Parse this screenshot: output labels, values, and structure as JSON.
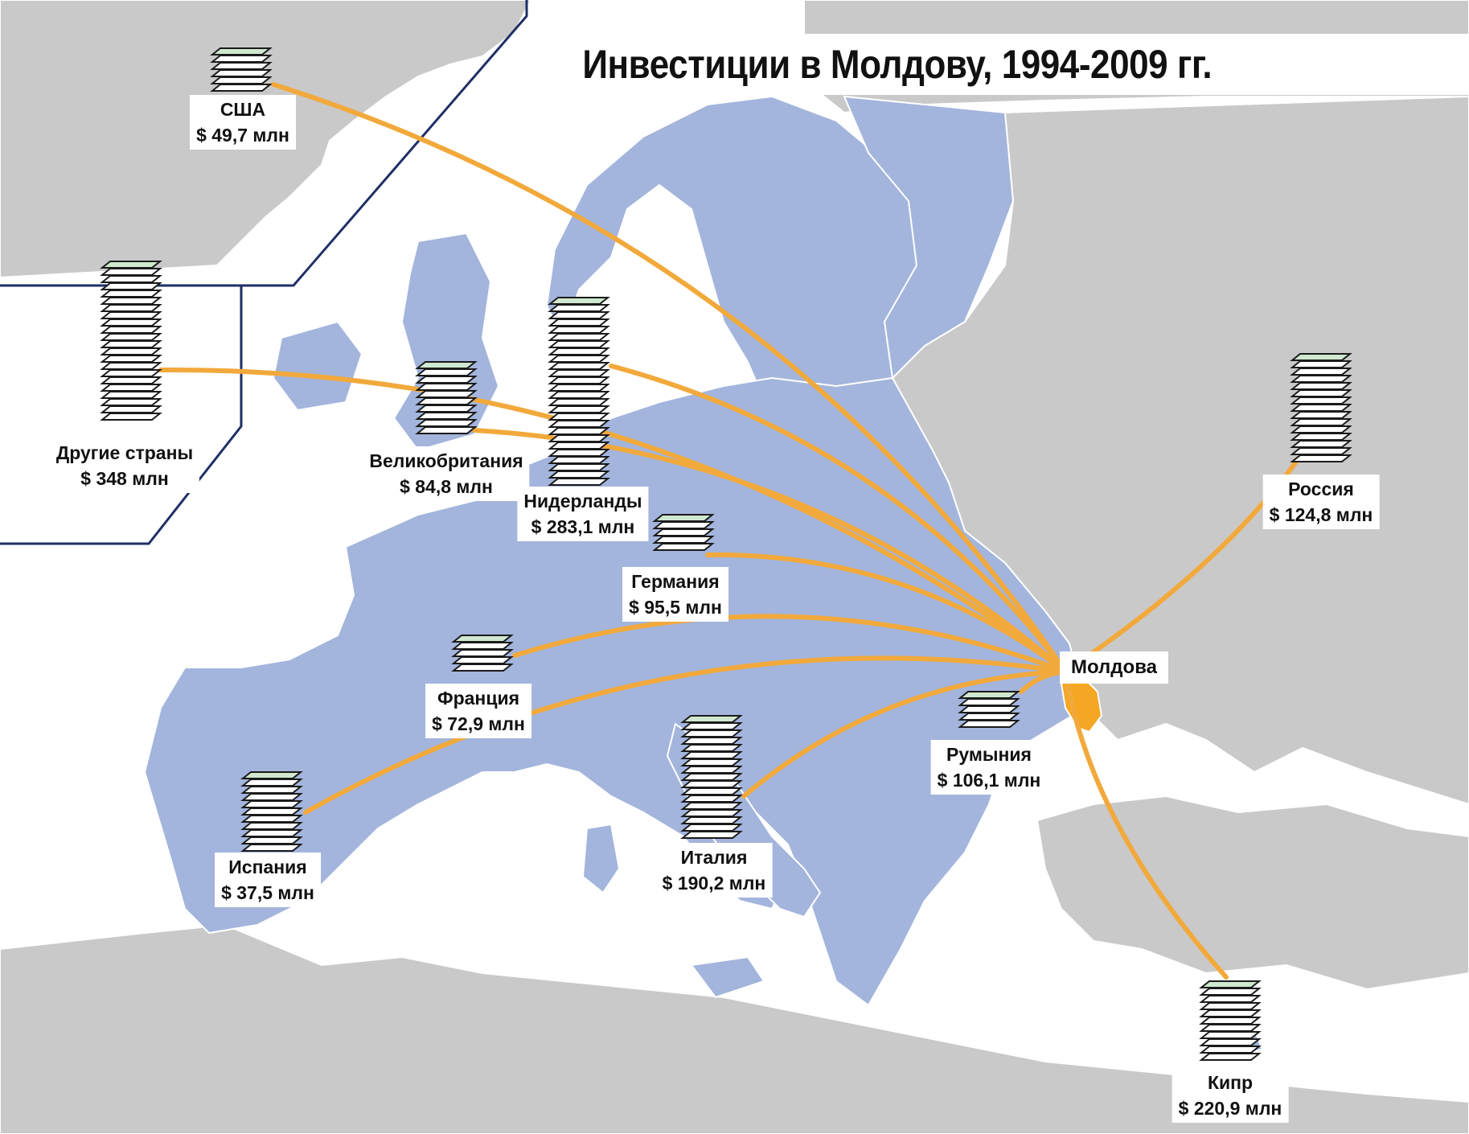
{
  "title": "Инвестиции в Молдову, 1994-2009 гг.",
  "destination": "Молдова",
  "colors": {
    "sea": "#ffffff",
    "land_other": "#c9c9c9",
    "land_highlight": "#a3b5dc",
    "moldova": "#f5a623",
    "flow_line": "#f2a93b",
    "banknote": "#cfe8cf",
    "inset_border": "#1f2f66"
  },
  "sources": [
    {
      "id": "usa",
      "country": "США",
      "amount": "$ 49,7 млн",
      "value_musd": 49.7,
      "icon": "money-stack-icon"
    },
    {
      "id": "other",
      "country": "Другие страны",
      "amount": "$ 348 млн",
      "value_musd": 348,
      "icon": "money-stack-icon"
    },
    {
      "id": "uk",
      "country": "Великобритания",
      "amount": "$ 84,8 млн",
      "value_musd": 84.8,
      "icon": "money-stack-icon"
    },
    {
      "id": "nl",
      "country": "Нидерланды",
      "amount": "$ 283,1 млн",
      "value_musd": 283.1,
      "icon": "money-stack-icon"
    },
    {
      "id": "de",
      "country": "Германия",
      "amount": "$ 95,5 млн",
      "value_musd": 95.5,
      "icon": "money-stack-icon"
    },
    {
      "id": "fr",
      "country": "Франция",
      "amount": "$ 72,9 млн",
      "value_musd": 72.9,
      "icon": "money-stack-icon"
    },
    {
      "id": "es",
      "country": "Испания",
      "amount": "$ 37,5 млн",
      "value_musd": 37.5,
      "icon": "money-stack-icon"
    },
    {
      "id": "it",
      "country": "Италия",
      "amount": "$ 190,2 млн",
      "value_musd": 190.2,
      "icon": "money-stack-icon"
    },
    {
      "id": "ro",
      "country": "Румыния",
      "amount": "$ 106,1 млн",
      "value_musd": 106.1,
      "icon": "money-stack-icon"
    },
    {
      "id": "ru",
      "country": "Россия",
      "amount": "$ 124,8 млн",
      "value_musd": 124.8,
      "icon": "money-stack-icon"
    },
    {
      "id": "cy",
      "country": "Кипр",
      "amount": "$ 220,9 млн",
      "value_musd": 220.9,
      "icon": "money-stack-icon"
    }
  ]
}
